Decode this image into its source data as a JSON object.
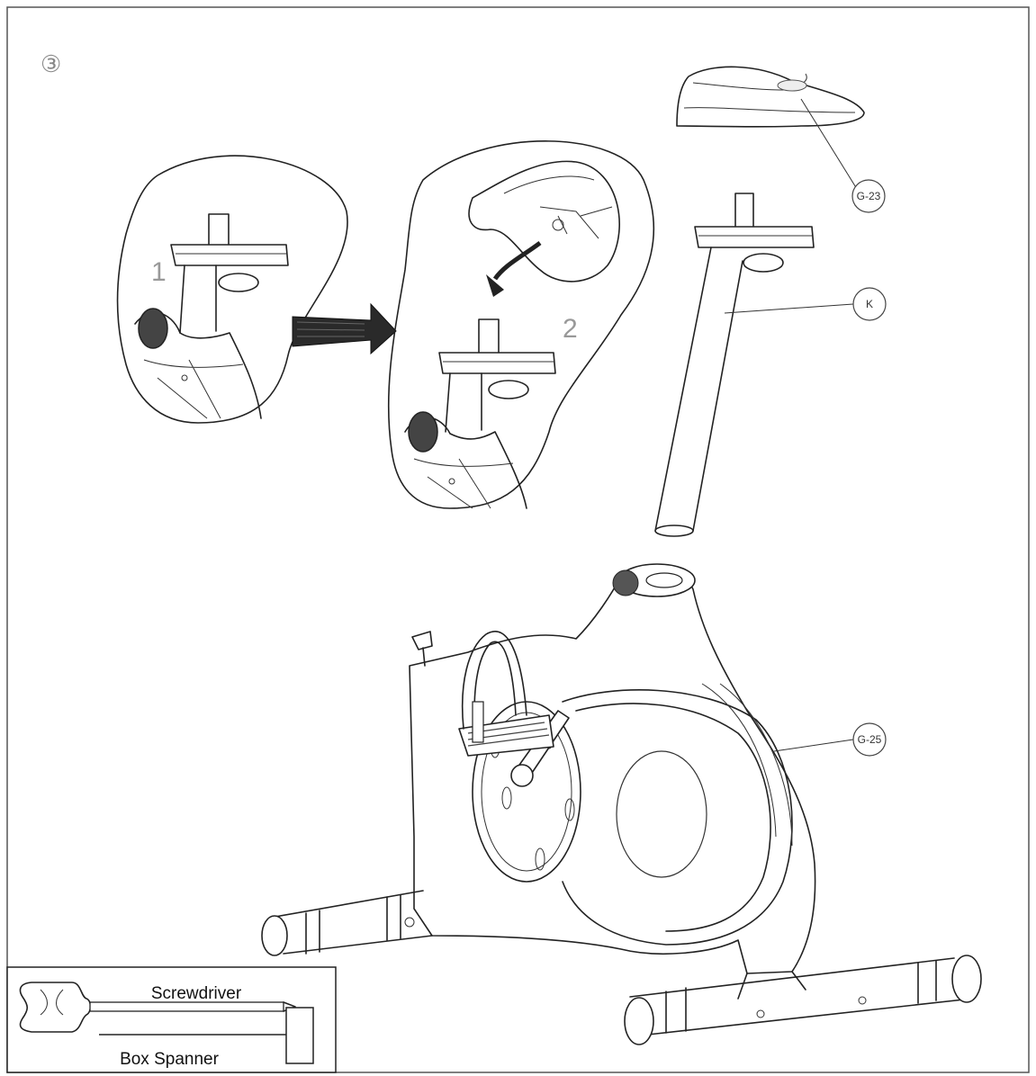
{
  "step": {
    "number": "③"
  },
  "detail_views": [
    {
      "label": "1"
    },
    {
      "label": "2"
    }
  ],
  "callouts": {
    "saddle": "G-23",
    "seat_post": "K",
    "frame": "G-25"
  },
  "tools": {
    "screwdriver_label": "Screwdriver",
    "box_spanner_label": "Box Spanner"
  }
}
